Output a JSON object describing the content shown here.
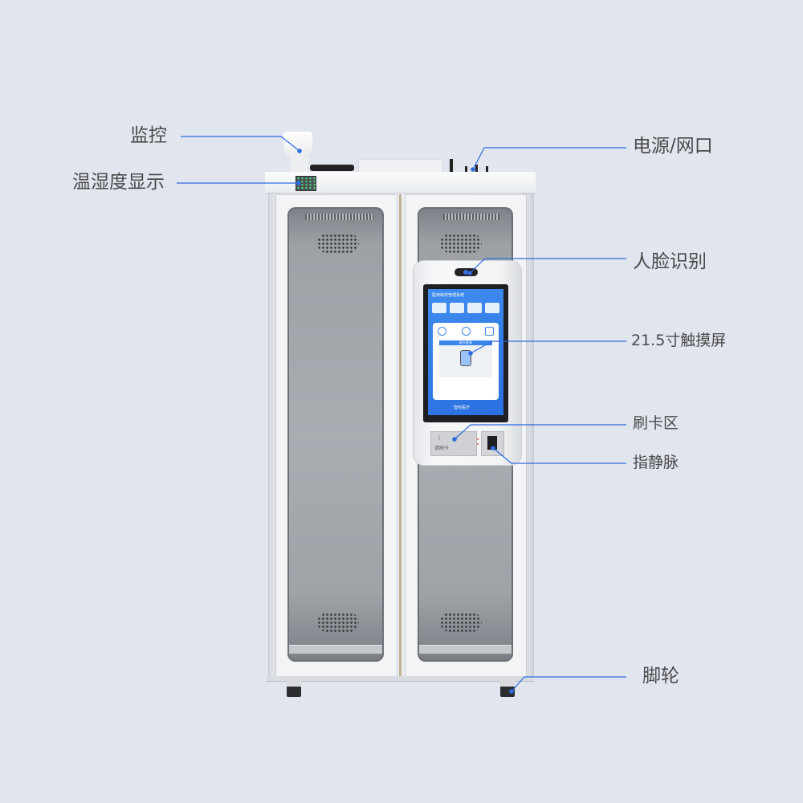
{
  "callouts": [
    {
      "id": "monitor",
      "label": "监控"
    },
    {
      "id": "temp_humidity",
      "label": "温湿度显示"
    },
    {
      "id": "power_network",
      "label": "电源/网口"
    },
    {
      "id": "face_recognition",
      "label": "人脸识别"
    },
    {
      "id": "touchscreen",
      "label": "21.5寸触摸屏"
    },
    {
      "id": "card_area",
      "label": "刷卡区"
    },
    {
      "id": "finger_vein",
      "label": "指静脉"
    },
    {
      "id": "casters",
      "label": "脚轮"
    }
  ],
  "screen": {
    "title": "医用耗材管理系统",
    "login_panel_title": "刷卡登录",
    "brand": "智科医疗"
  },
  "card_reader": {
    "label": "请刷卡"
  },
  "colors": {
    "callout_line": "#2f6be0",
    "background": "#e1e5ee",
    "screen_blue": "#3a86ee"
  }
}
